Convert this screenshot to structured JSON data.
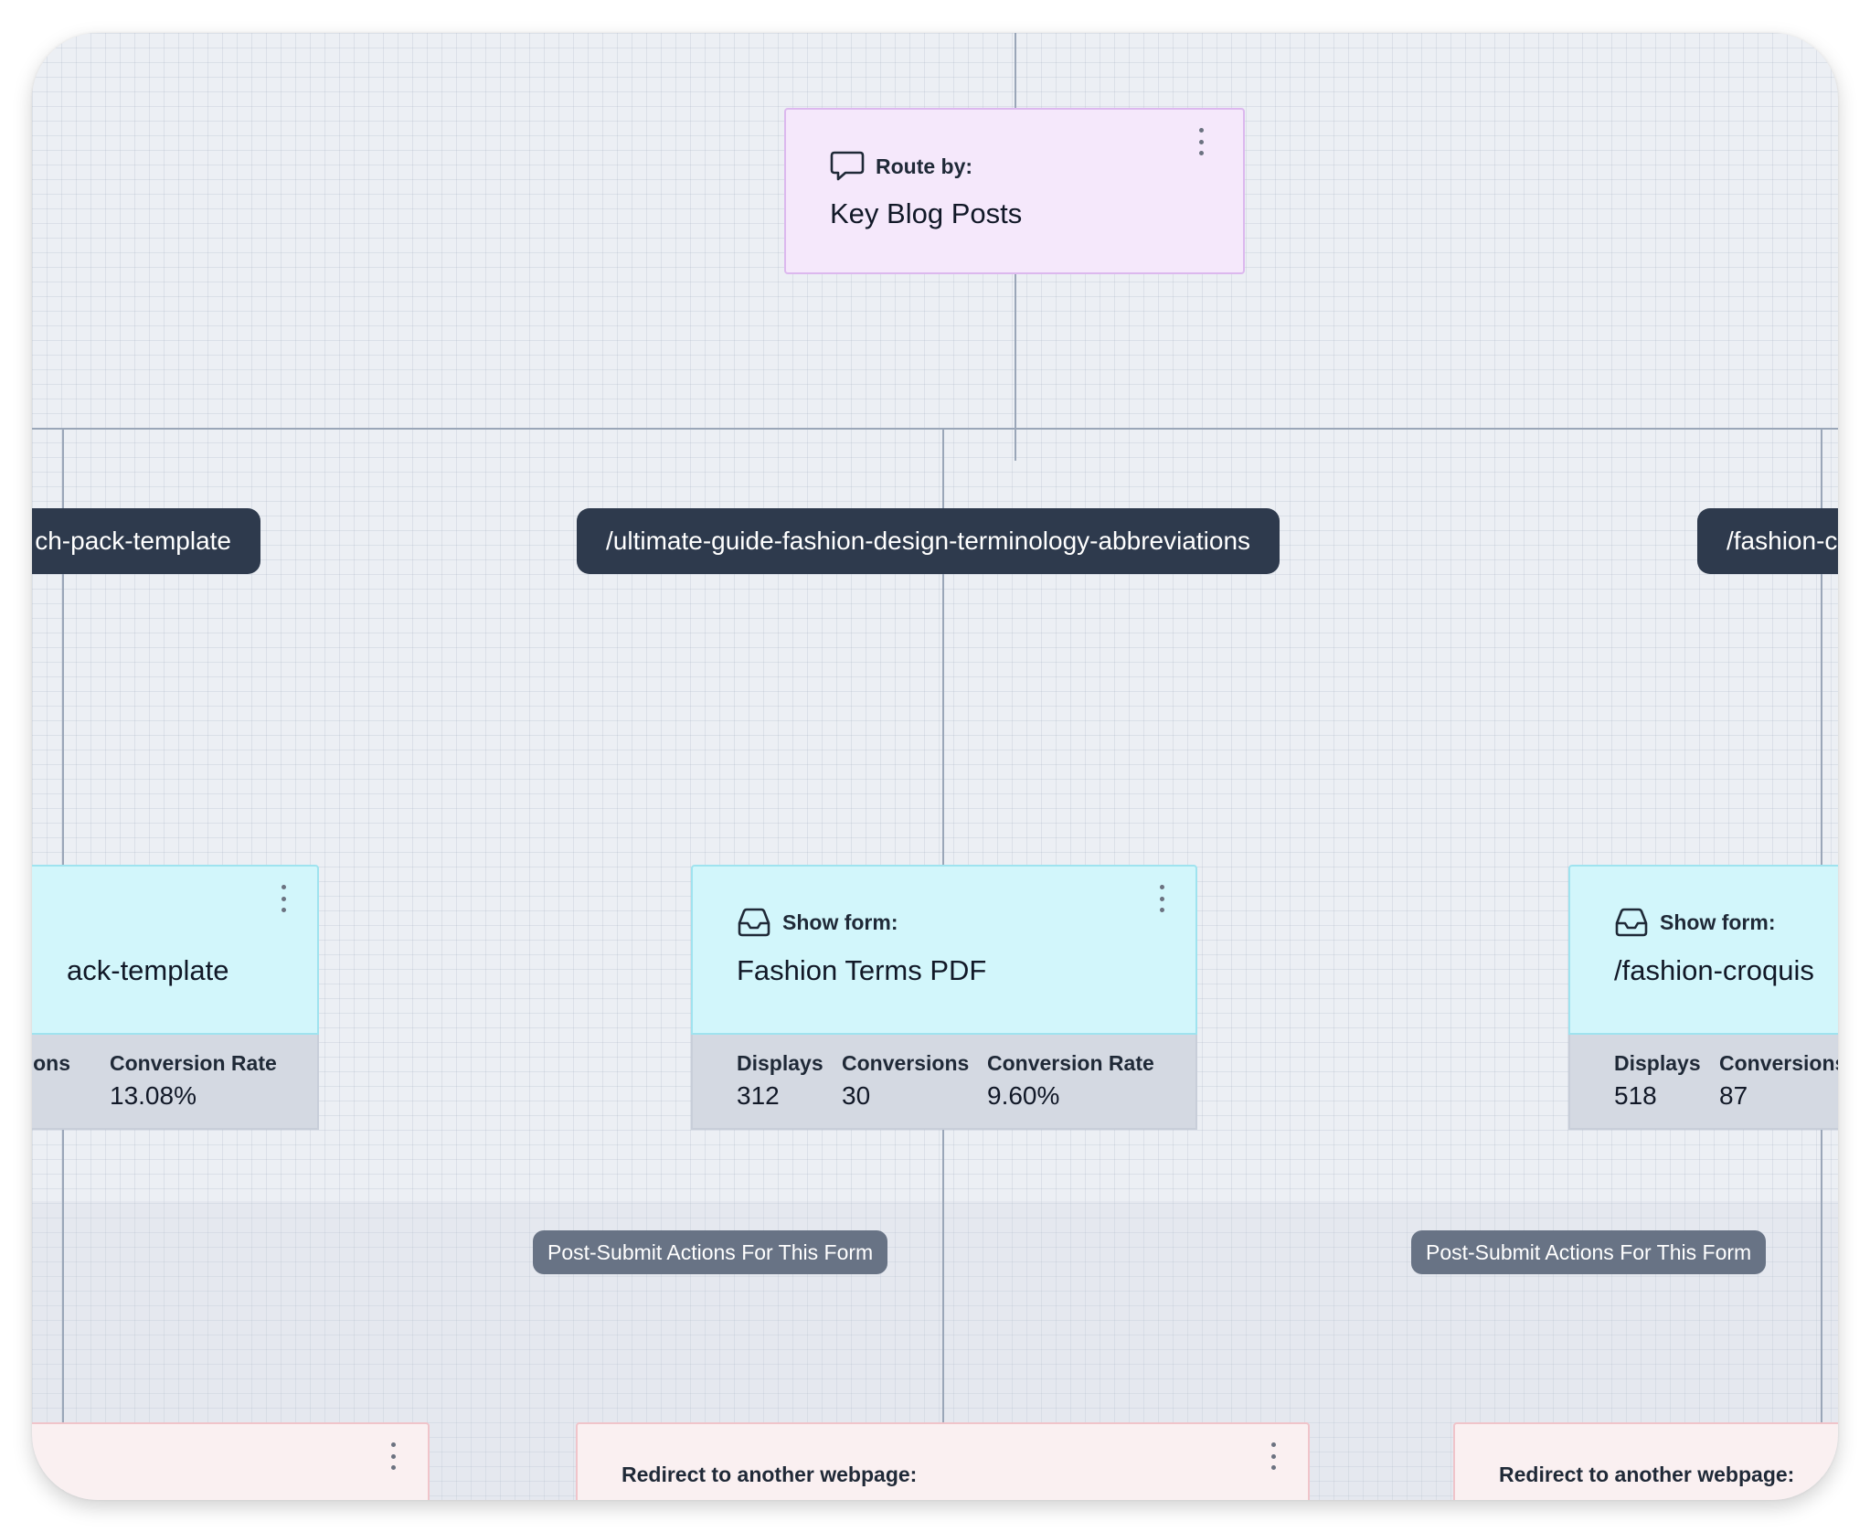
{
  "route_node": {
    "heading": "Route by:",
    "title": "Key Blog Posts",
    "icon": "speech-bubble-icon"
  },
  "branches": [
    {
      "path": "/fashion-sketch-pack-template",
      "path_visible": "ch-pack-template",
      "form_heading": "",
      "form_title_visible": "ack-template",
      "stats": {
        "conversions_label_visible": "rsions",
        "rate_label": "Conversion Rate",
        "rate_value": "13.08%"
      },
      "redirect_heading": ""
    },
    {
      "path": "/ultimate-guide-fashion-design-terminology-abbreviations",
      "form_heading": "Show form:",
      "form_title": "Fashion Terms PDF",
      "stats": {
        "displays_label": "Displays",
        "displays_value": "312",
        "conversions_label": "Conversions",
        "conversions_value": "30",
        "rate_label": "Conversion Rate",
        "rate_value": "9.60%"
      },
      "post_submit_label": "Post-Submit Actions For This Form",
      "redirect_heading": "Redirect to another webpage:"
    },
    {
      "path_visible": "/fashion-c",
      "form_heading": "Show form:",
      "form_title": "/fashion-croquis",
      "stats": {
        "displays_label": "Displays",
        "displays_value": "518",
        "conversions_label_visible": "Conversions",
        "conversions_value": "87"
      },
      "post_submit_label": "Post-Submit Actions For This Form",
      "redirect_heading": "Redirect to another webpage:"
    }
  ],
  "colors": {
    "canvas_bg": "#eceff4",
    "connector": "#9aa6b8",
    "path_pill": "#2e3a4d",
    "route_card": "#f5e8fb",
    "form_card": "#d2f6fb",
    "stats_bg": "#d4d9e2",
    "post_submit_pill": "#687385",
    "redirect_card": "#faf0f1"
  }
}
